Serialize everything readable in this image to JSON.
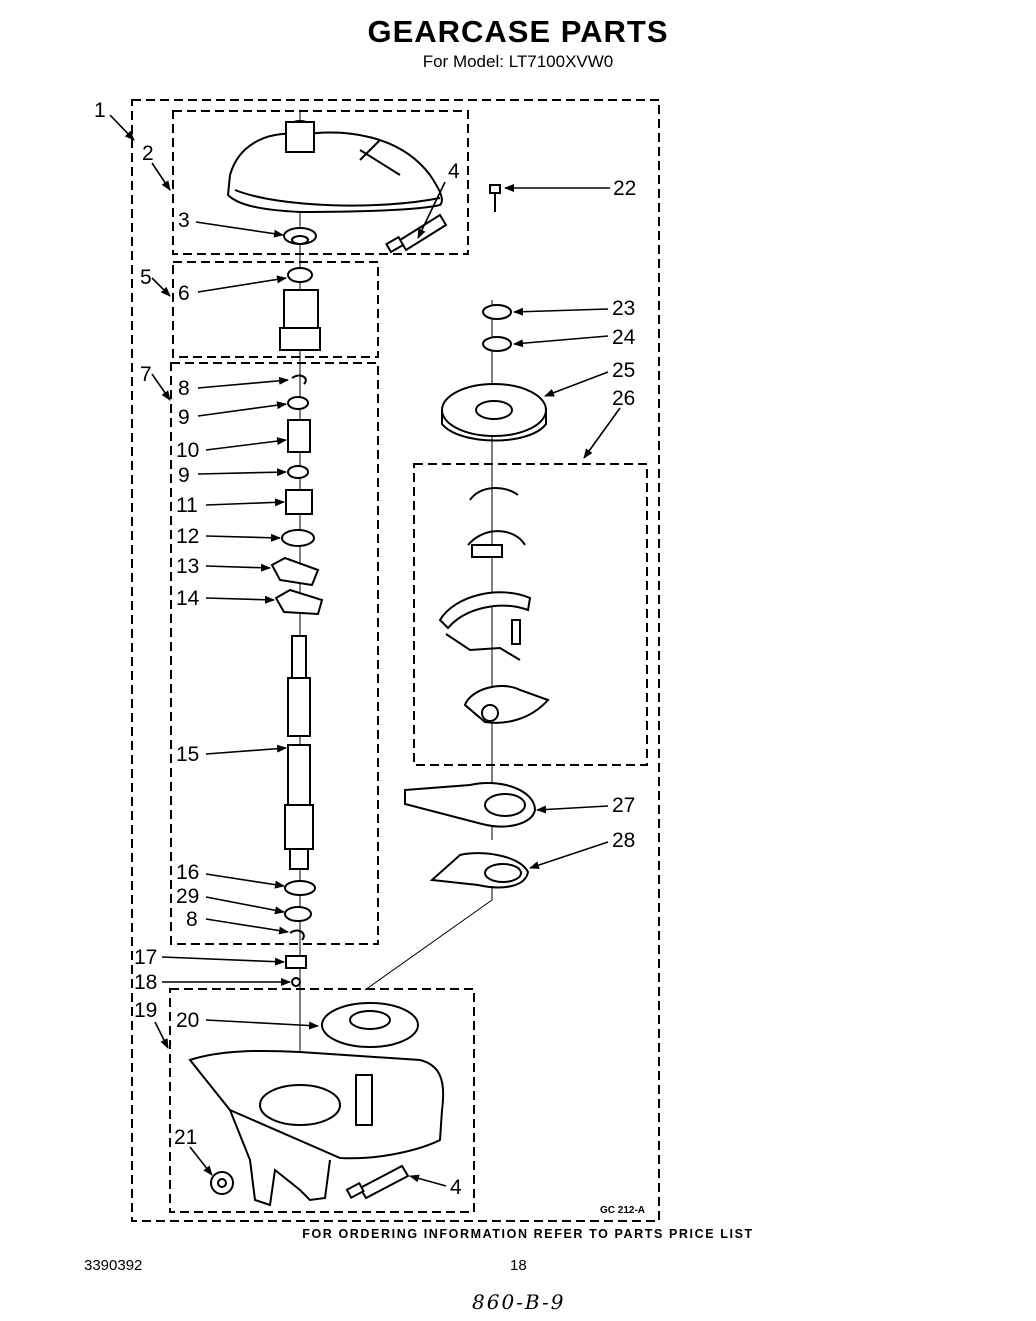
{
  "title": "GEARCASE PARTS",
  "subtitle": "For Model: LT7100XVW0",
  "ordering_note": "FOR ORDERING INFORMATION REFER TO PARTS PRICE LIST",
  "doc_number": "3390392",
  "page_number": "18",
  "handwritten_note": "860-B-9",
  "diagram_code": "GC 212-A",
  "callouts": {
    "c1": "1",
    "c2": "2",
    "c3": "3",
    "c4a": "4",
    "c5": "5",
    "c6": "6",
    "c7": "7",
    "c8a": "8",
    "c9a": "9",
    "c10": "10",
    "c9b": "9",
    "c11": "11",
    "c12": "12",
    "c13": "13",
    "c14": "14",
    "c15": "15",
    "c16": "16",
    "c29": "29",
    "c8b": "8",
    "c17": "17",
    "c18": "18",
    "c19": "19",
    "c20": "20",
    "c21": "21",
    "c4b": "4",
    "c22": "22",
    "c23": "23",
    "c24": "24",
    "c25": "25",
    "c26": "26",
    "c27": "27",
    "c28": "28"
  }
}
